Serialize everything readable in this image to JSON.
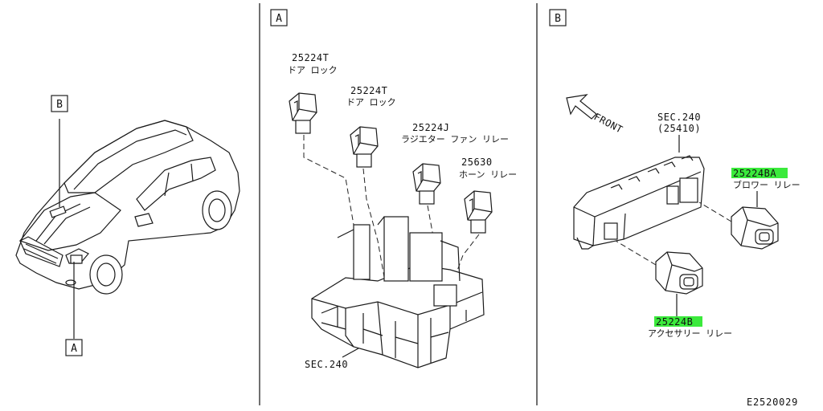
{
  "panels": {
    "left": {
      "callout_top": "B",
      "callout_bottom": "A"
    },
    "middle": {
      "tag": "A",
      "parts": [
        {
          "number": "25224T",
          "name": "ドア ロック"
        },
        {
          "number": "25224T",
          "name": "ドア ロック"
        },
        {
          "number": "25224J",
          "name": "ラジエター ファン リレー"
        },
        {
          "number": "25630",
          "name": "ホーン リレー"
        }
      ],
      "section_ref": "SEC.240"
    },
    "right": {
      "tag": "B",
      "front_label": "FRONT",
      "section_ref": "SEC.240",
      "section_sub": "(25410)",
      "parts": [
        {
          "number": "25224BA",
          "name": "ブロワー リレー",
          "highlighted": true
        },
        {
          "number": "25224B",
          "name": "アクセサリー リレー",
          "highlighted": true
        }
      ]
    }
  },
  "diagram_id": "E2520029",
  "colors": {
    "highlight": "#19e61a",
    "line": "#1a1a1a"
  }
}
